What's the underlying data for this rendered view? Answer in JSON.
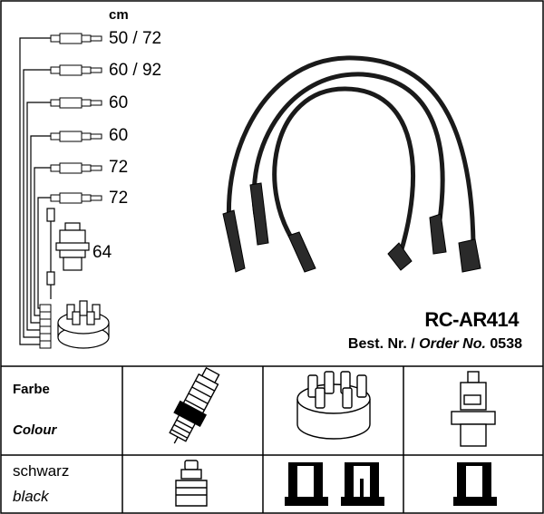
{
  "unit_label": "cm",
  "lead_lengths": [
    "50 / 72",
    "60 / 92",
    "60",
    "60",
    "72",
    "72"
  ],
  "coil_lead_length": "64",
  "product_code": "RC-AR414",
  "order_prefix": "Best. Nr. / ",
  "order_label": "Order No.",
  "order_number": "0538",
  "table": {
    "header_de": "Farbe",
    "header_en": "Colour",
    "color_de": "schwarz",
    "color_en": "black"
  },
  "icons": [
    "spark-plug-icon",
    "distributor-cap-icon",
    "ignition-coil-icon",
    "plug-boot-icon",
    "distributor-terminal-icon",
    "coil-terminal-icon"
  ]
}
